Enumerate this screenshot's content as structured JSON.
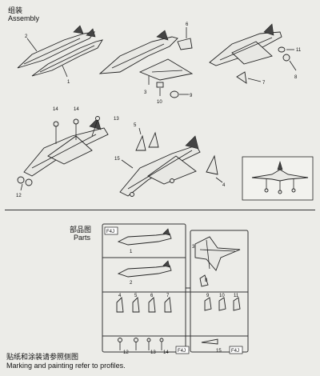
{
  "assembly": {
    "title_cn": "组装",
    "title_en": "Assembly",
    "callouts": [
      "2",
      "1",
      "6",
      "3",
      "10",
      "9",
      "11",
      "8",
      "7",
      "14",
      "14",
      "13",
      "5",
      "15",
      "12",
      "4"
    ]
  },
  "parts": {
    "title_cn": "部品图",
    "title_en": "Parts",
    "tag_f4j": "F4J",
    "labels": [
      "1",
      "2",
      "3",
      "4",
      "5",
      "6",
      "7",
      "8",
      "9",
      "10",
      "11",
      "12",
      "13",
      "14",
      "15"
    ]
  },
  "footer": {
    "line_cn": "贴纸和涂装请参照侧图",
    "line_en": "Marking and painting refer to profiles."
  }
}
